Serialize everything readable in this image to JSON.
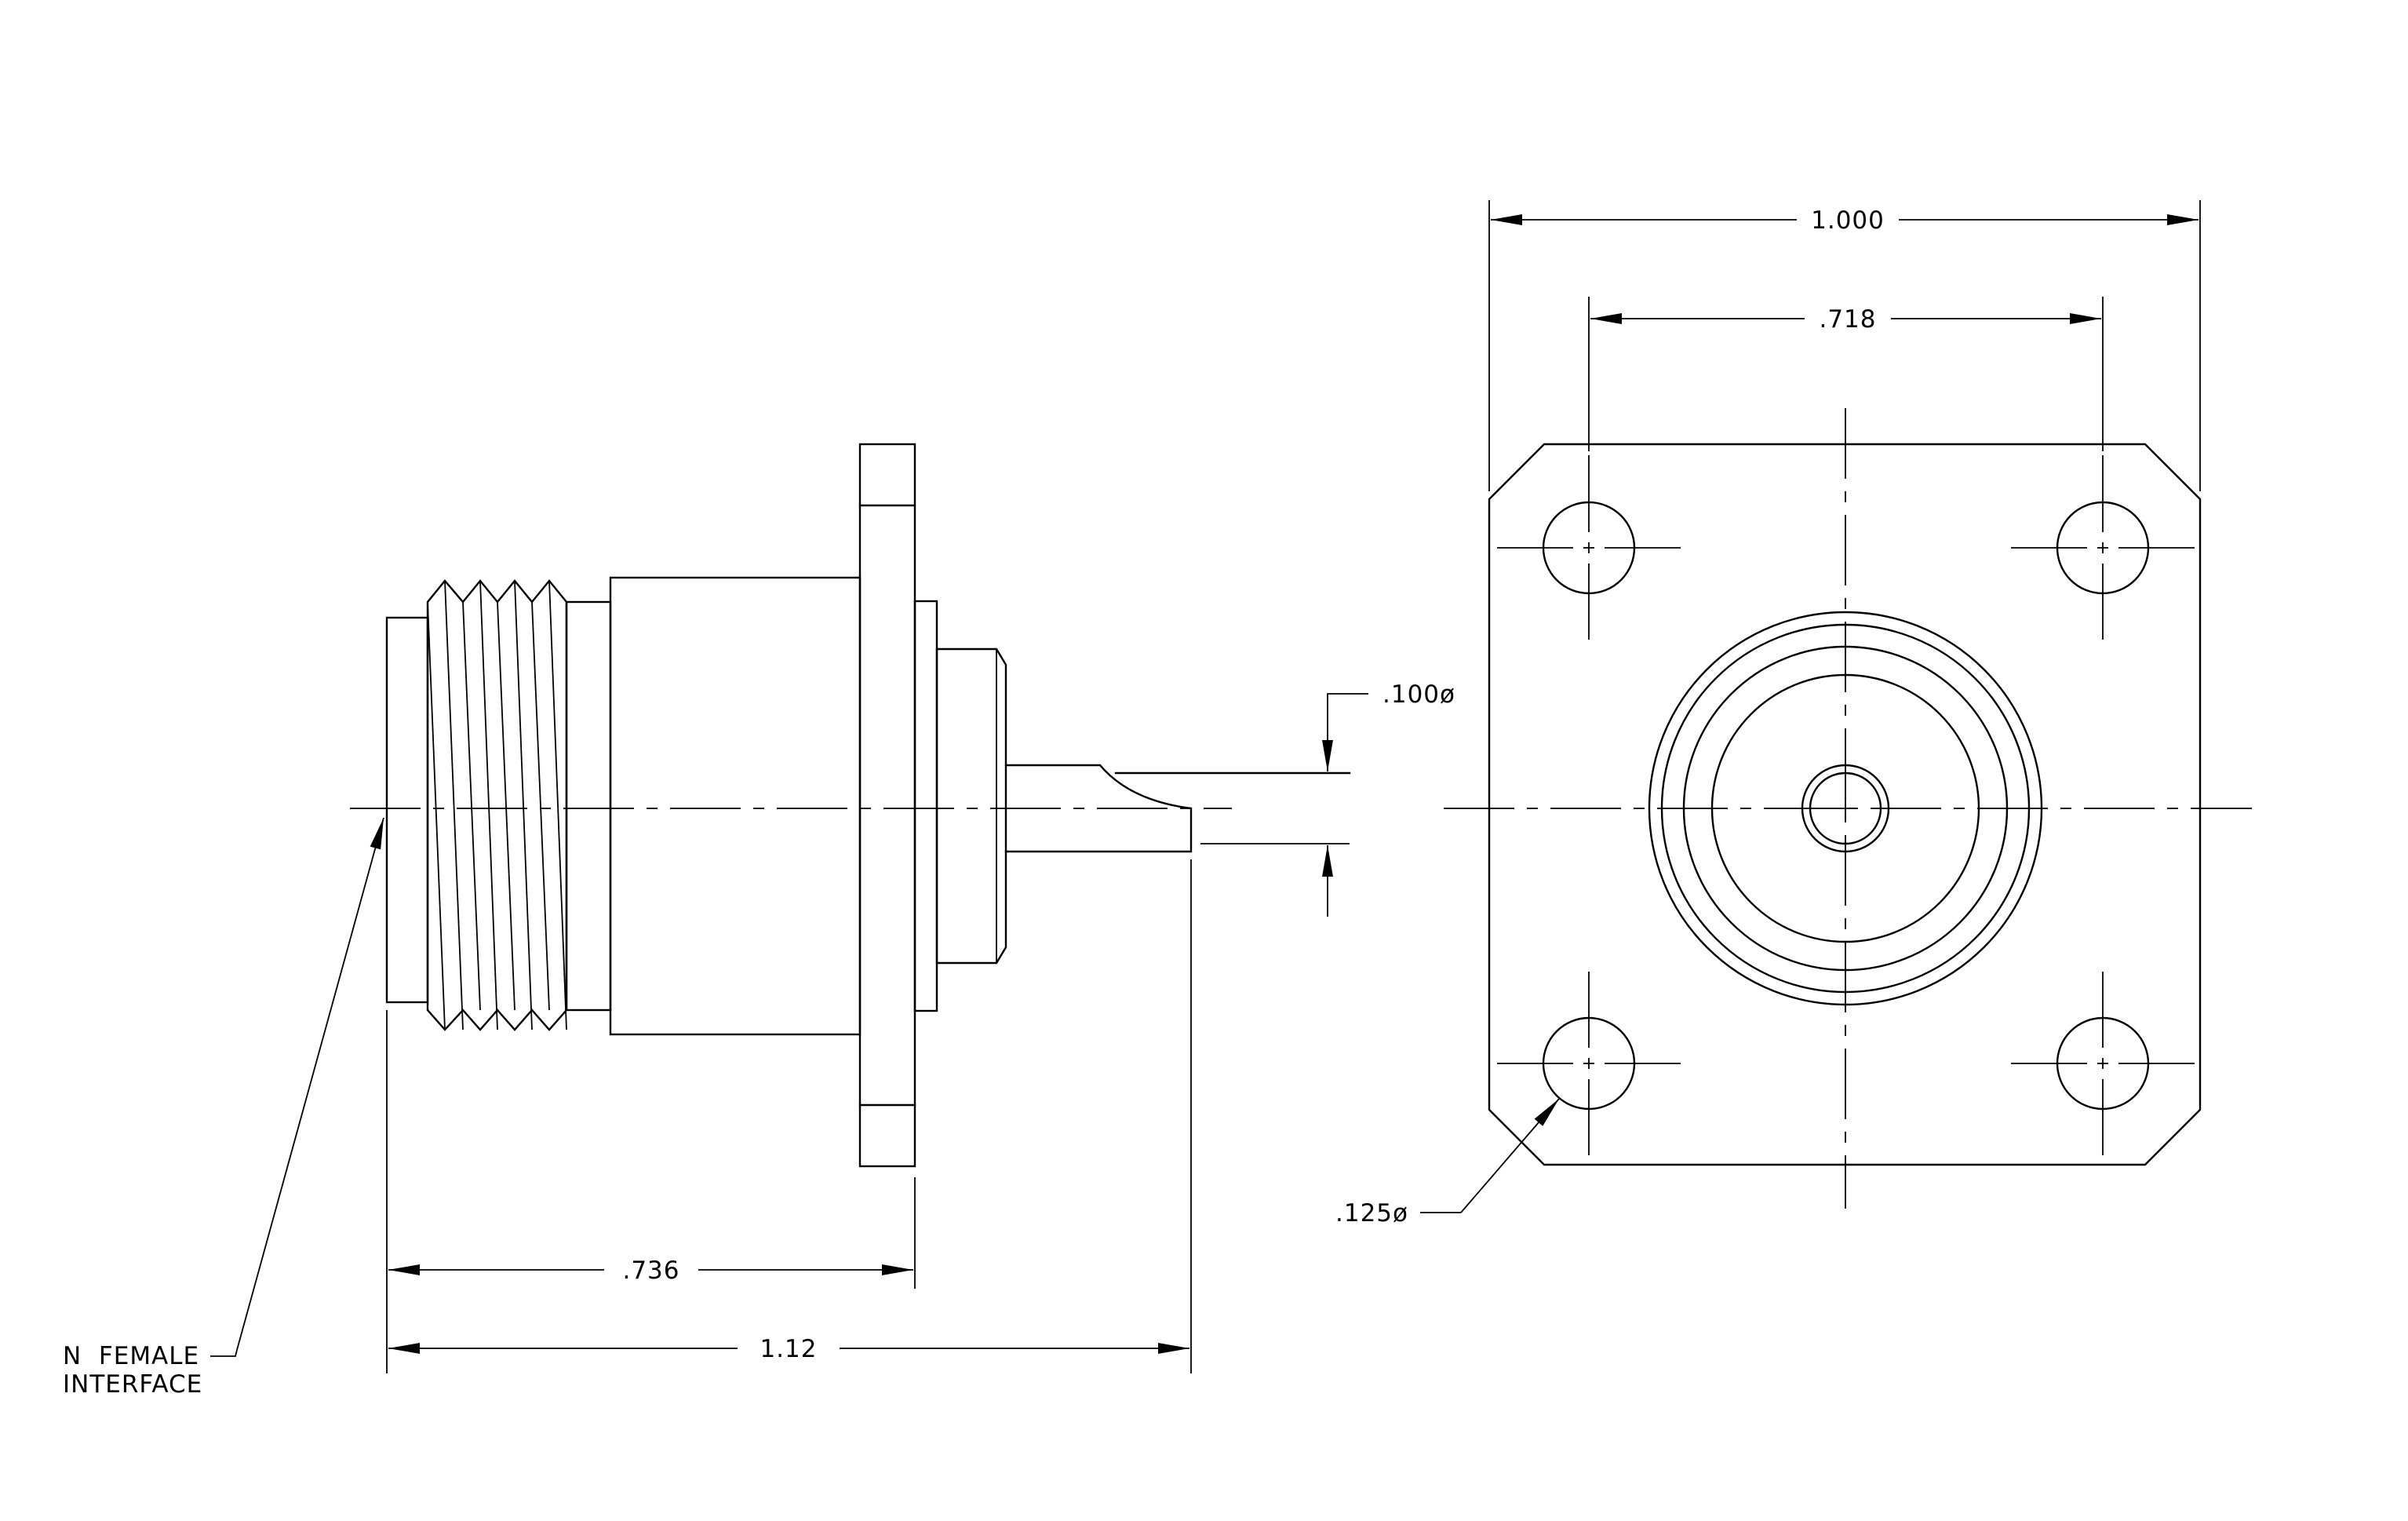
{
  "dimensions": {
    "overall_length": "1.12",
    "body_length": ".736",
    "pin_diameter": ".100ø",
    "flange_width": "1.000",
    "hole_spacing": ".718",
    "hole_diameter": ".125ø"
  },
  "callouts": {
    "interface_line1": "N  FEMALE",
    "interface_line2": "INTERFACE"
  }
}
